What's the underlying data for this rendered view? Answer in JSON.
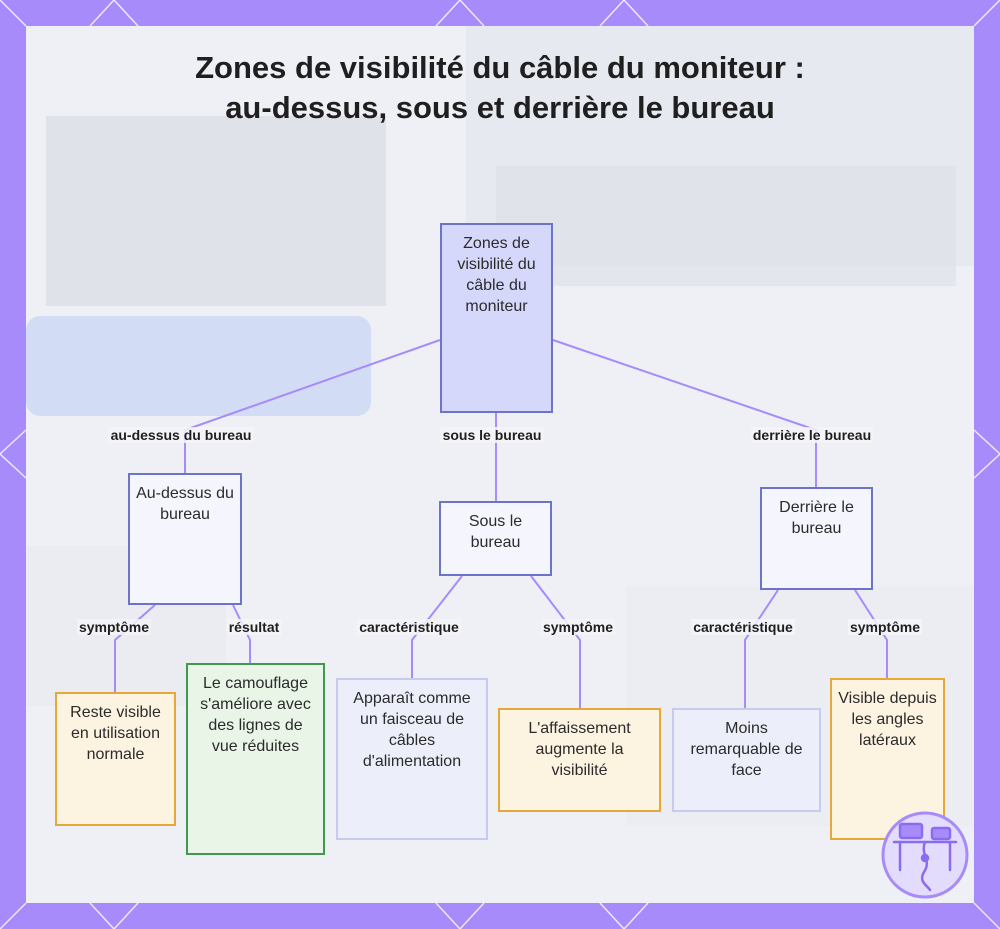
{
  "title": "Zones de visibilité du câble du moniteur : au-dessus, sous et derrière le bureau",
  "colors": {
    "frame": "#a78bfa",
    "connector": "#a78bfa",
    "node_border_blue": "#6b74c9",
    "root_fill": "#d6d8fb",
    "orange_border": "#e5a93a",
    "green_border": "#3f9b4b"
  },
  "nodes": {
    "root": "Zones de visibilité du câble du moniteur",
    "above": "Au-dessus du bureau",
    "under": "Sous le bureau",
    "behind": "Derrière le bureau",
    "above_symptom": "Reste visible en utilisation normale",
    "above_result": "Le camouflage s'améliore avec des lignes de vue réduites",
    "under_feature": "Apparaît comme un faisceau de câbles d'alimentation",
    "under_symptom": "L'affaissement augmente la visibilité",
    "behind_feature": "Moins remarquable de face",
    "behind_symptom": "Visible depuis les angles latéraux"
  },
  "edges": {
    "root_above": "au-dessus du bureau",
    "root_under": "sous le bureau",
    "root_behind": "derrière le bureau",
    "above_symptom": "symptôme",
    "above_result": "résultat",
    "under_feature": "caractéristique",
    "under_symptom": "symptôme",
    "behind_feature": "caractéristique",
    "behind_symptom": "symptôme"
  },
  "icons": {
    "logo": "desk-workspace-icon"
  }
}
